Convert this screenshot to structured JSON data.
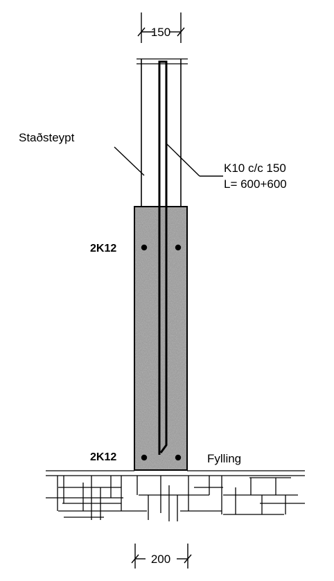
{
  "dimensions": {
    "top": "150",
    "bottom": "200"
  },
  "labels": {
    "cast_in_place": "Staðsteypt",
    "stirrup_spec": "K10 c/c 150",
    "stirrup_length": "L= 600+600",
    "top_rebar": "2K12",
    "bottom_rebar": "2K12",
    "fill": "Fylling"
  },
  "colors": {
    "line": "#000000",
    "concrete": "#9a9a9a",
    "background": "#ffffff"
  }
}
